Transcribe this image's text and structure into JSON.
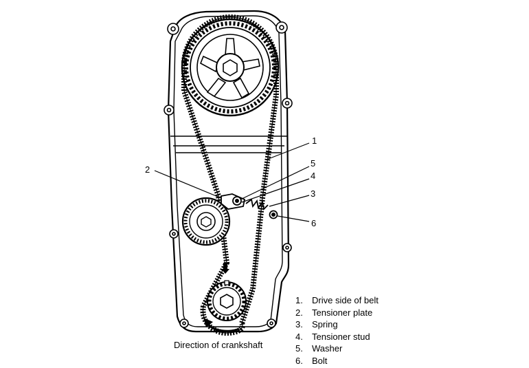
{
  "callouts": [
    {
      "id": "c1",
      "text": "1"
    },
    {
      "id": "c2",
      "text": "2"
    },
    {
      "id": "c3",
      "text": "3"
    },
    {
      "id": "c4",
      "text": "4"
    },
    {
      "id": "c5",
      "text": "5"
    },
    {
      "id": "c6",
      "text": "6"
    }
  ],
  "caption": "Direction of crankshaft",
  "legend": [
    {
      "num": "1.",
      "label": "Drive side of belt"
    },
    {
      "num": "2.",
      "label": "Tensioner plate"
    },
    {
      "num": "3.",
      "label": "Spring"
    },
    {
      "num": "4.",
      "label": "Tensioner stud"
    },
    {
      "num": "5.",
      "label": "Washer"
    },
    {
      "num": "6.",
      "label": "Bolt"
    }
  ]
}
